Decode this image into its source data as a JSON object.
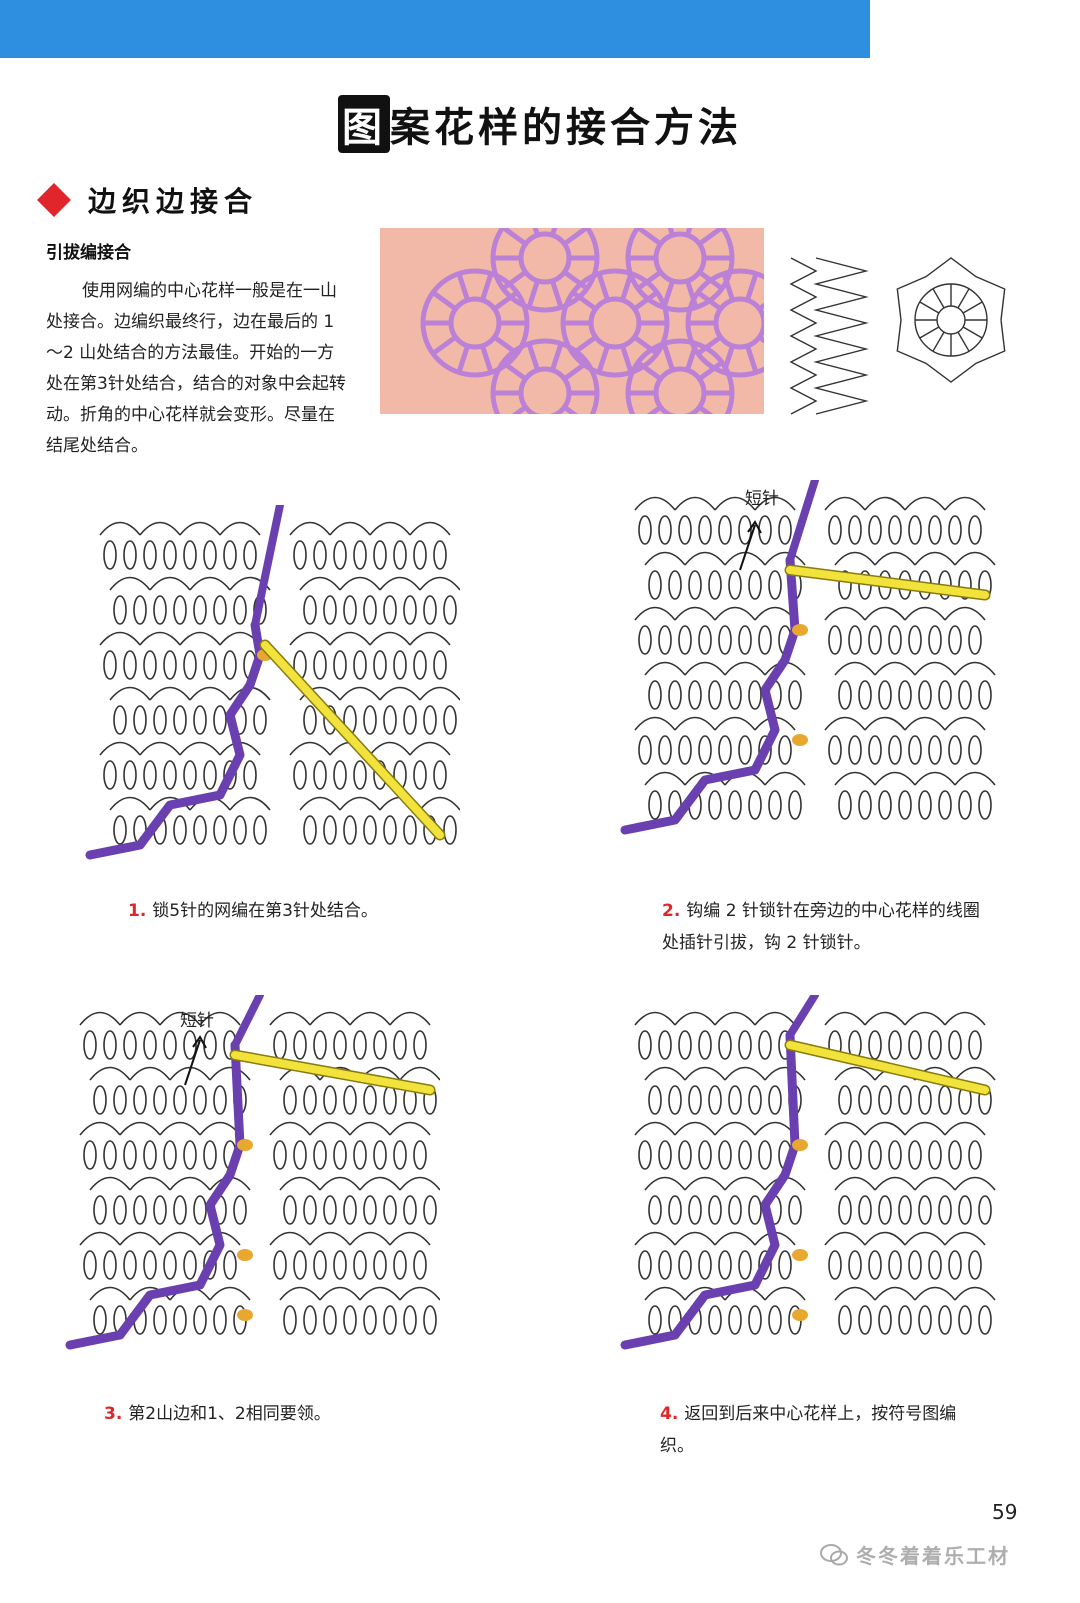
{
  "header": {
    "band_color": "#2e8fe0",
    "title_first_char": "图",
    "title_rest": "案花样的接合方法"
  },
  "section": {
    "icon": "red-diamond-icon",
    "accent": "#e0262a",
    "heading": "边织边接合"
  },
  "subsection": {
    "heading": "引拔编接合",
    "body": "使用网编的中心花样一般是在一山处接合。边编织最终行，边在最后的 1～2 山处结合的方法最佳。开始的一方处在第3针处结合，结合的对象中会起转动。折角的中心花样就会变形。尽量在结尾处结合。"
  },
  "steps": [
    {
      "number": "1.",
      "text": "锁5针的网编在第3针处结合。",
      "arrow_label": ""
    },
    {
      "number": "2.",
      "text": "钩编 2 针锁针在旁边的中心花样的线圈处插针引拔，钩 2 针锁针。",
      "arrow_label": "短针"
    },
    {
      "number": "3.",
      "text": "第2山边和1、2相同要领。",
      "arrow_label": "短针"
    },
    {
      "number": "4.",
      "text": "返回到后来中心花样上，按符号图编织。",
      "arrow_label": ""
    }
  ],
  "colors": {
    "yarn": "#6a3fb0",
    "hook": "#f2e33c",
    "join_knot": "#e8a830",
    "stitch_line": "#333333",
    "photo_bg": "#f2b9a8",
    "photo_yarn": "#b87fd9"
  },
  "footer": {
    "page_number": "59",
    "watermark": "冬冬着着乐工材",
    "watermark_icon": "wechat-icon"
  }
}
